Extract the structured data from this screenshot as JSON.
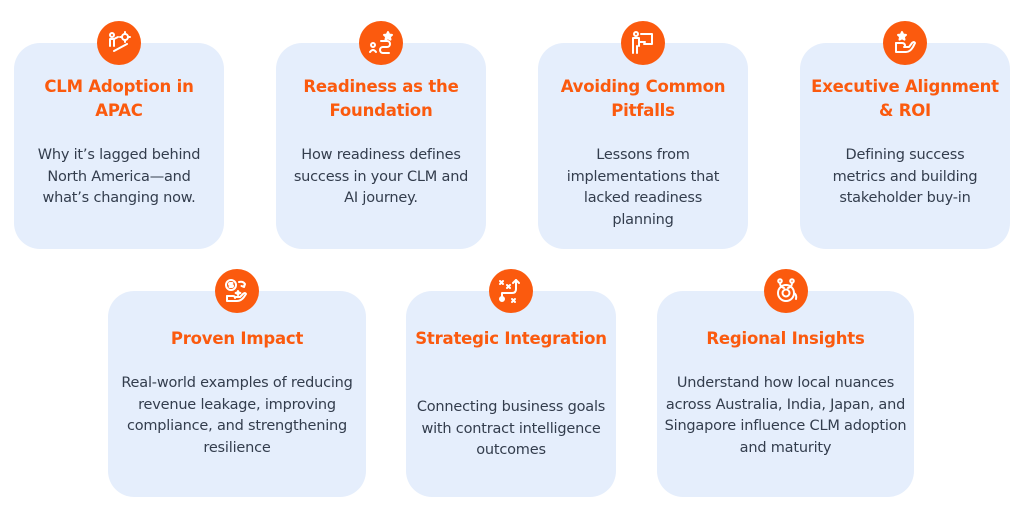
{
  "colors": {
    "accent": "#fb5a0e",
    "card_bg": "#e5eefc",
    "text": "#333d4d",
    "background": "#ffffff"
  },
  "cards": [
    {
      "icon": "climber-gear-icon",
      "title": "CLM Adoption in APAC",
      "description": "Why it’s lagged behind North America—and what’s changing now."
    },
    {
      "icon": "journey-path-star-icon",
      "title": "Readiness as the Foundation",
      "description": "How readiness defines success in your CLM and AI journey."
    },
    {
      "icon": "presenter-board-icon",
      "title": "Avoiding Common Pitfalls",
      "description": "Lessons from implementations that lacked readiness planning"
    },
    {
      "icon": "hand-star-icon",
      "title": "Executive Alignment & ROI",
      "description": "Defining success metrics and building stakeholder buy-in"
    },
    {
      "icon": "hand-dollar-icon",
      "title": "Proven Impact",
      "description": "Real-world examples of reducing revenue leakage, improving compliance, and strengthening resilience"
    },
    {
      "icon": "strategy-path-icon",
      "title": "Strategic Integration",
      "description": "Connecting business goals with contract intelligence outcomes"
    },
    {
      "icon": "regional-network-icon",
      "title": "Regional Insights",
      "description": "Understand how local nuances across Australia, India, Japan, and Singapore influence CLM adoption and maturity"
    }
  ]
}
